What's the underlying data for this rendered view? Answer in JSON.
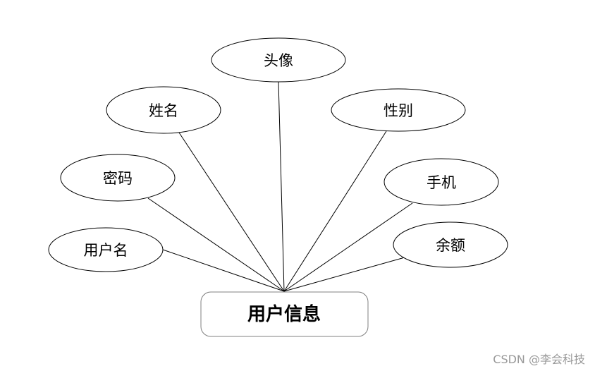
{
  "entity": {
    "label": "用户信息"
  },
  "attributes": [
    {
      "key": "avatar",
      "label": "头像"
    },
    {
      "key": "name",
      "label": "姓名"
    },
    {
      "key": "gender",
      "label": "性别"
    },
    {
      "key": "password",
      "label": "密码"
    },
    {
      "key": "phone",
      "label": "手机"
    },
    {
      "key": "username",
      "label": "用户名"
    },
    {
      "key": "balance",
      "label": "余额"
    }
  ],
  "watermark": {
    "text": "CSDN @李会科技"
  },
  "colors": {
    "line": "#000000",
    "entity_border": "#808080",
    "watermark": "#999999"
  }
}
